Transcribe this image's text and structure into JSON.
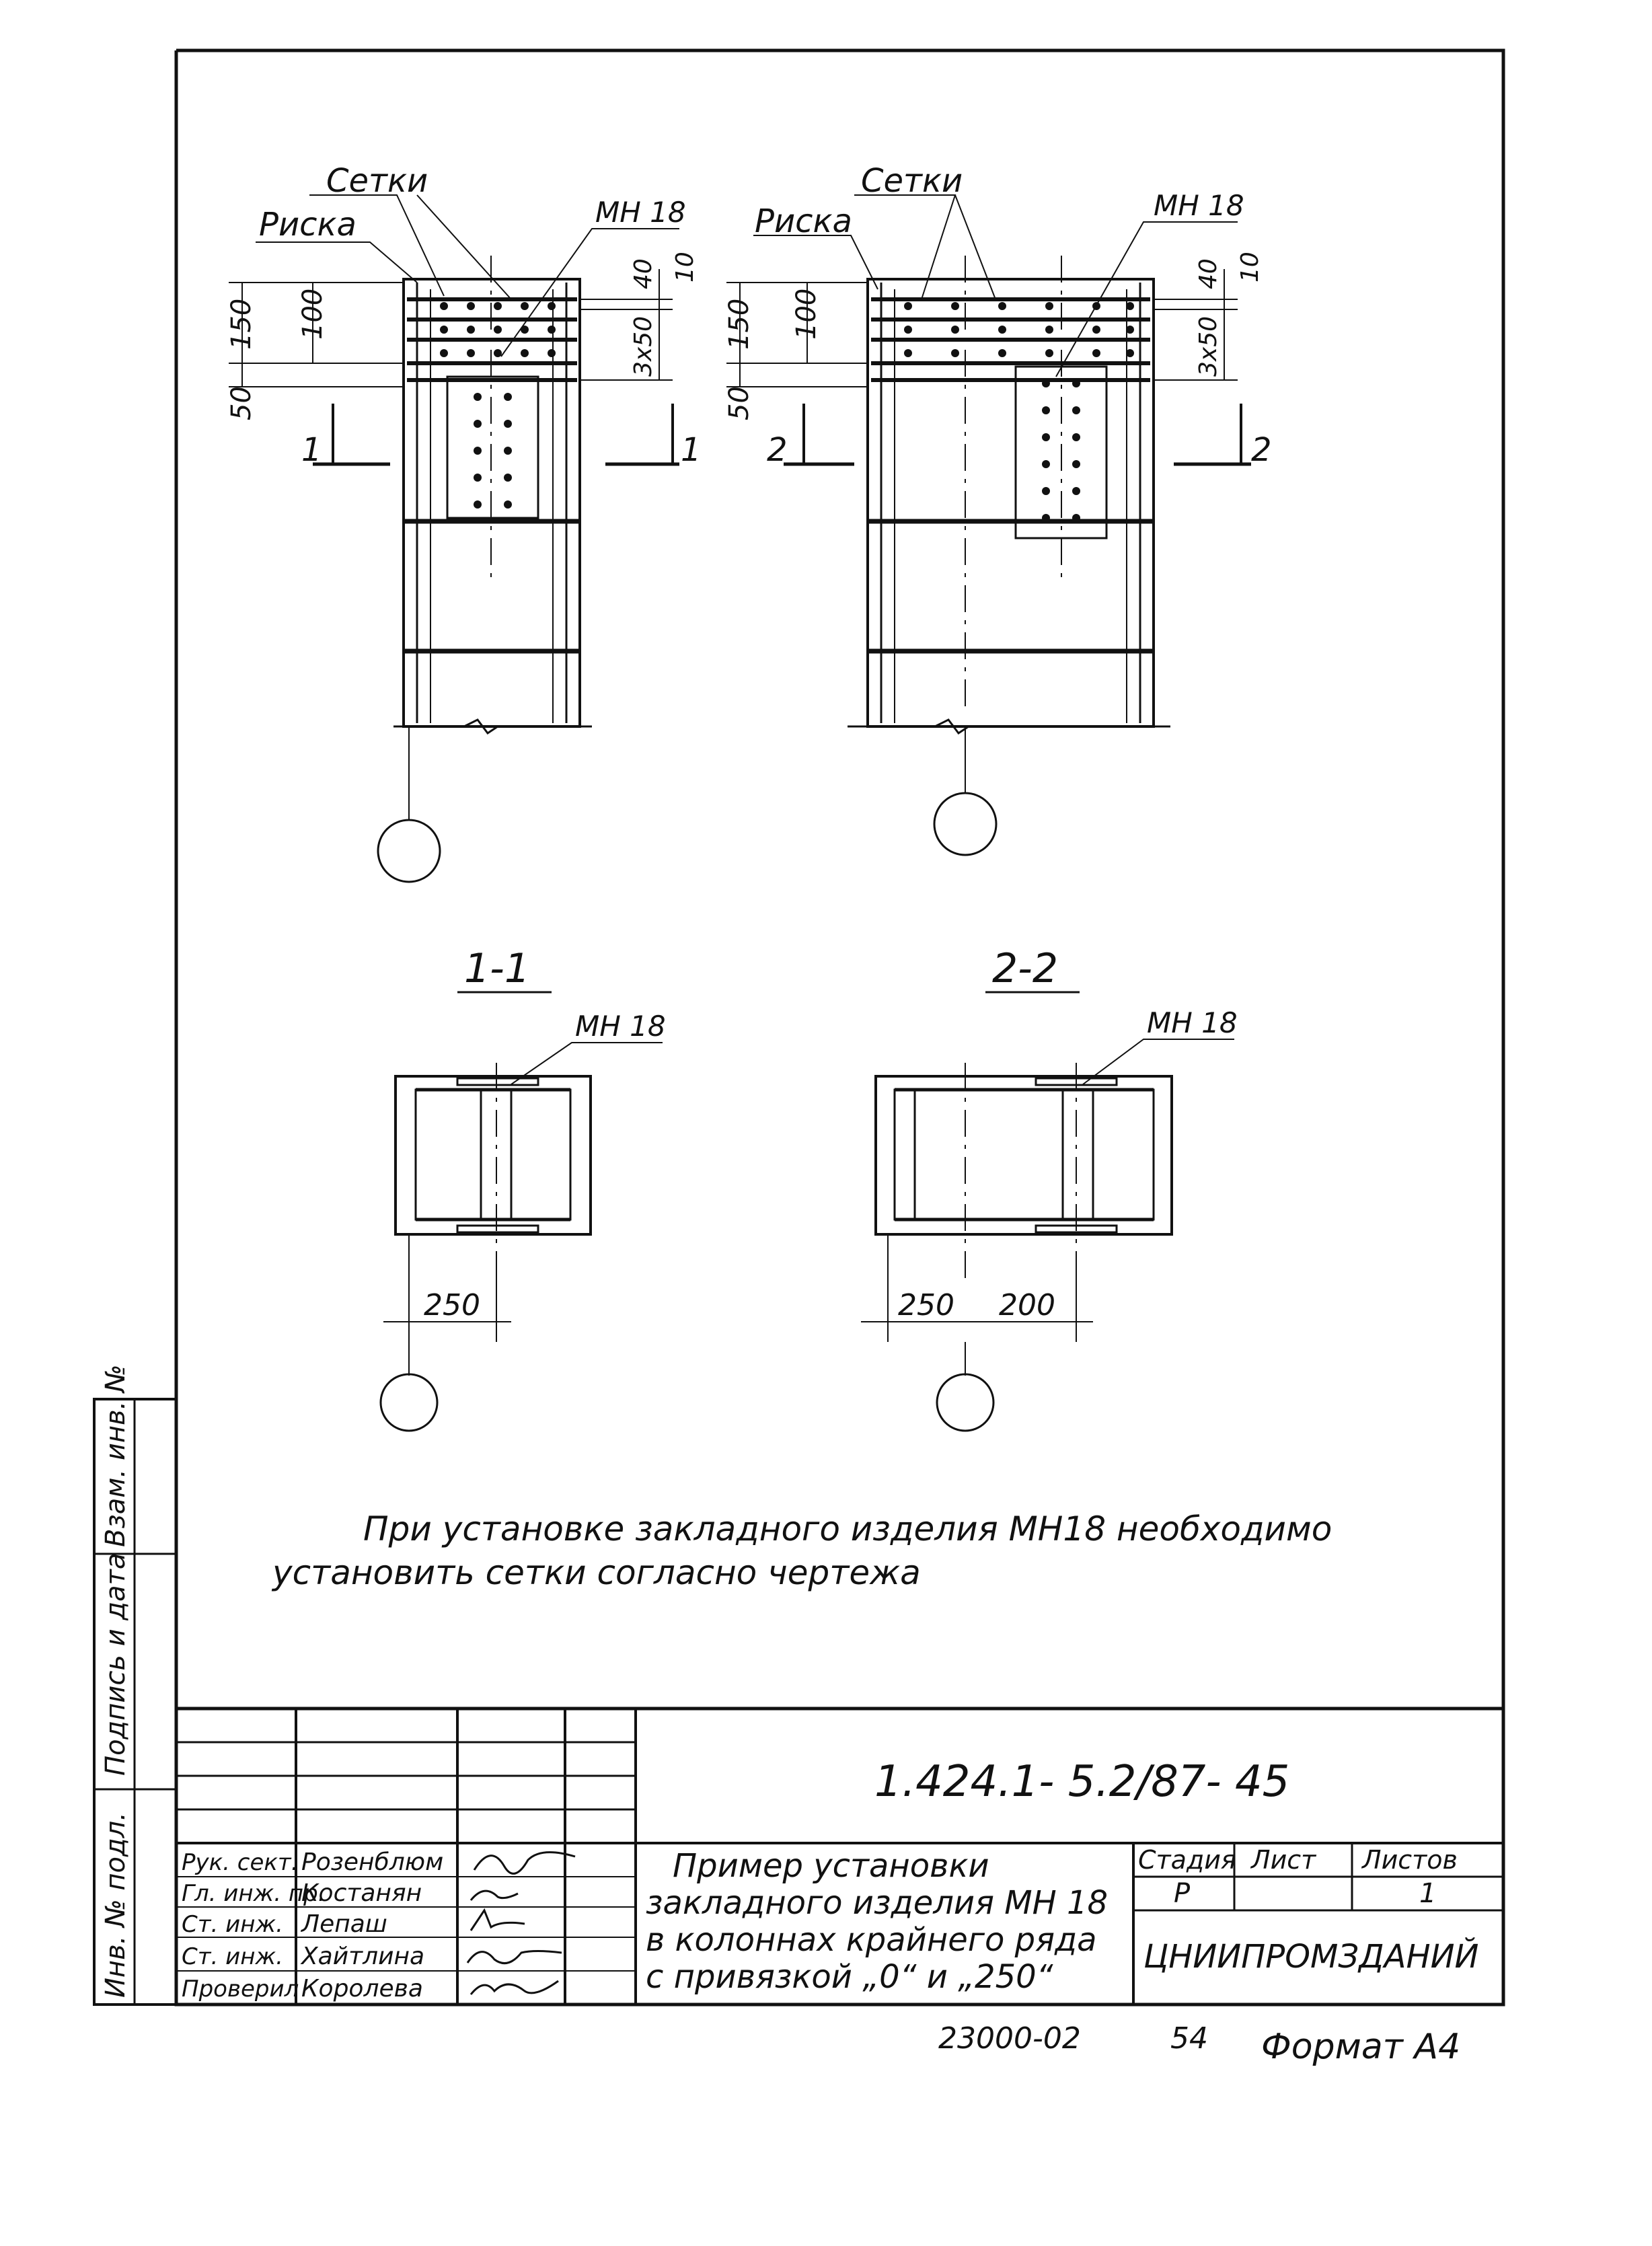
{
  "drawing": {
    "left_view": {
      "label_meshes": "Сетки",
      "label_mark": "Риска",
      "label_part": "МН 18",
      "dims": {
        "d150": "150",
        "d100": "100",
        "d50": "50",
        "d40": "40",
        "d10": "10",
        "d3x50": "3х50"
      },
      "cut_mark": "1",
      "axis_label": ""
    },
    "right_view": {
      "label_meshes": "Сетки",
      "label_mark": "Риска",
      "label_part": "МН 18",
      "dims": {
        "d150": "150",
        "d100": "100",
        "d50": "50",
        "d40": "40",
        "d10": "10",
        "d3x50": "3х50"
      },
      "cut_mark": "2",
      "axis_label": ""
    },
    "section_1": {
      "title": "1-1",
      "label_part": "МН 18",
      "dim_a": "250"
    },
    "section_2": {
      "title": "2-2",
      "label_part": "МН 18",
      "dim_a": "250",
      "dim_b": "200"
    },
    "note_line1": "При установке закладного изделия МН18 необходимо",
    "note_line2": "установить сетки согласно чертежа"
  },
  "side_stamp": {
    "inv_no_orig": "Инв. № подл.",
    "sign_date": "Подпись и дата",
    "replace_inv": "Взам. инв. №"
  },
  "title_block": {
    "code": "1.424.1- 5.2/87- 45",
    "title_lines": [
      "Пример установки",
      "закладного изделия МН 18",
      "в колоннах крайнего ряда",
      "с привязкой „0“ и „250“"
    ],
    "people": [
      {
        "role": "Рук. сект.",
        "name": "Розенблюм"
      },
      {
        "role": "Гл. инж. пр.",
        "name": "Костанян"
      },
      {
        "role": "Ст. инж.",
        "name": "Лепаш"
      },
      {
        "role": "Ст. инж.",
        "name": "Хайтлина"
      },
      {
        "role": "Проверил",
        "name": "Королева"
      }
    ],
    "stage_header": "Стадия",
    "sheet_header": "Лист",
    "sheets_header": "Листов",
    "stage_value": "Р",
    "sheets_value": "1",
    "organization": "ЦНИИПРОМЗДАНИЙ"
  },
  "footer": {
    "archive_no": "23000-02",
    "page_no": "54",
    "format": "Формат А4"
  }
}
